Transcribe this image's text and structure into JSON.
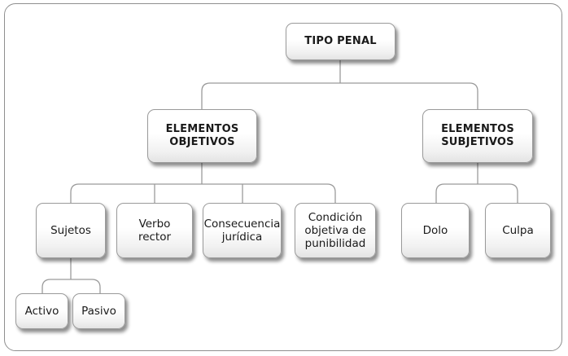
{
  "root": {
    "label": "TIPO PENAL"
  },
  "branches": [
    {
      "label": "ELEMENTOS\nOBJETIVOS",
      "children": [
        {
          "label": "Sujetos",
          "children": [
            "Activo",
            "Pasivo"
          ]
        },
        {
          "label": "Verbo\nrector"
        },
        {
          "label": "Consecuencia\njurídica"
        },
        {
          "label": "Condición\nobjetiva de\npunibilidad"
        }
      ]
    },
    {
      "label": "ELEMENTOS\nSUBJETIVOS",
      "children": [
        {
          "label": "Dolo"
        },
        {
          "label": "Culpa"
        }
      ]
    }
  ]
}
